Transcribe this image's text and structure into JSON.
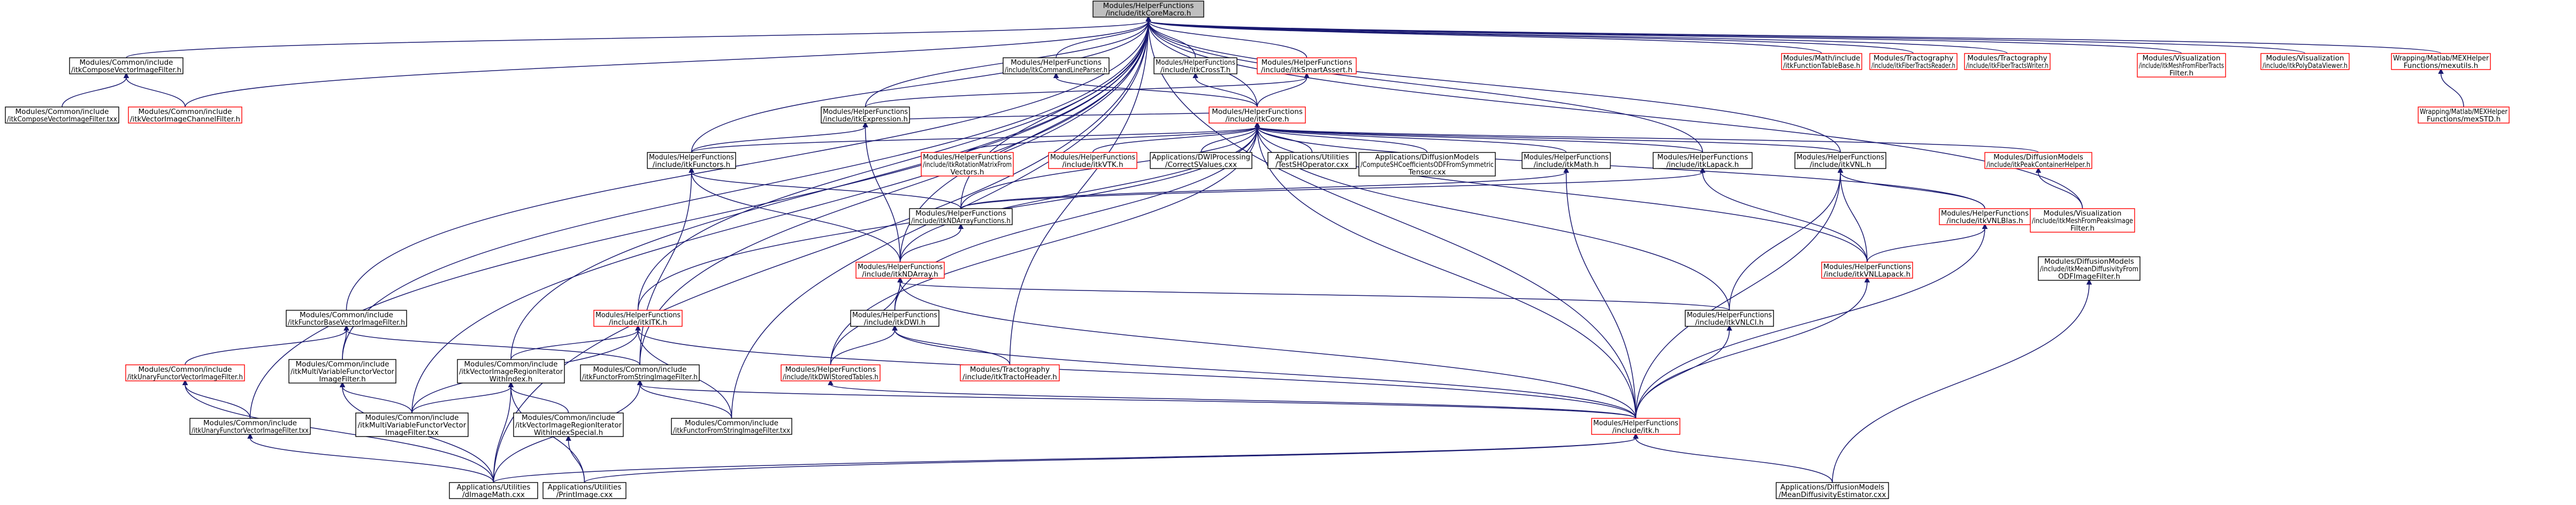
{
  "colors": {
    "node_border_normal": "#000000",
    "node_border_truncated": "#ff0000",
    "node_fill": "#ffffff",
    "node_fill_root": "#bfbfbf",
    "edge": "#191970"
  },
  "nodes": [
    {
      "id": "root",
      "lines": [
        "Modules/HelperFunctions",
        "/include/itkCoreMacro.h"
      ],
      "root": true
    },
    {
      "id": "composeVecH",
      "lines": [
        "Modules/Common/include",
        "/itkComposeVectorImageFilter.h"
      ]
    },
    {
      "id": "composeVecTxx",
      "lines": [
        "Modules/Common/include",
        "/itkComposeVectorImageFilter.txx"
      ]
    },
    {
      "id": "vecChanH",
      "lines": [
        "Modules/Common/include",
        "/itkVectorImageChannelFilter.h"
      ],
      "truncated": true
    },
    {
      "id": "cmdLine",
      "lines": [
        "Modules/HelperFunctions",
        "/include/itkCommandLineParser.h"
      ]
    },
    {
      "id": "crossT",
      "lines": [
        "Modules/HelperFunctions",
        "/include/itkCrossT.h"
      ]
    },
    {
      "id": "smartAssert",
      "lines": [
        "Modules/HelperFunctions",
        "/include/itkSmartAssert.h"
      ],
      "truncated": true
    },
    {
      "id": "mathFuncTable",
      "lines": [
        "Modules/Math/include",
        "/itkFunctionTableBase.h"
      ],
      "truncated": true
    },
    {
      "id": "fiberReader",
      "lines": [
        "Modules/Tractography",
        "/include/itkFiberTractsReader.h"
      ],
      "truncated": true
    },
    {
      "id": "fiberWriter",
      "lines": [
        "Modules/Tractography",
        "/include/itkFiberTractsWriter.h"
      ],
      "truncated": true
    },
    {
      "id": "meshFiber",
      "lines": [
        "Modules/Visualization",
        "/include/itkMeshFromFiberTracts",
        "Filter.h"
      ],
      "truncated": true
    },
    {
      "id": "polyViewer",
      "lines": [
        "Modules/Visualization",
        "/include/itkPolyDataViewer.h"
      ],
      "truncated": true
    },
    {
      "id": "mexutils",
      "lines": [
        "Wrapping/Matlab/MEXHelper",
        "Functions/mexutils.h"
      ],
      "truncated": true
    },
    {
      "id": "mexSTD",
      "lines": [
        "Wrapping/Matlab/MEXHelper",
        "Functions/mexSTD.h"
      ],
      "truncated": true
    },
    {
      "id": "expression",
      "lines": [
        "Modules/HelperFunctions",
        "/include/itkExpression.h"
      ]
    },
    {
      "id": "itkCore",
      "lines": [
        "Modules/HelperFunctions",
        "/include/itkCore.h"
      ],
      "truncated": true
    },
    {
      "id": "functors",
      "lines": [
        "Modules/HelperFunctions",
        "/include/itkFunctors.h"
      ]
    },
    {
      "id": "rotMatrix",
      "lines": [
        "Modules/HelperFunctions",
        "/include/itkRotationMatrixFrom",
        "Vectors.h"
      ],
      "truncated": true
    },
    {
      "id": "itkVTK",
      "lines": [
        "Modules/HelperFunctions",
        "/include/itkVTK.h"
      ],
      "truncated": true
    },
    {
      "id": "correctSV",
      "lines": [
        "Applications/DWIProcessing",
        "/CorrectSValues.cxx"
      ]
    },
    {
      "id": "testSH",
      "lines": [
        "Applications/Utilities",
        "/TestSHOperator.cxx"
      ]
    },
    {
      "id": "computeSH",
      "lines": [
        "Applications/DiffusionModels",
        "/ComputeSHCoefficientsODFFromSymmetric",
        "Tensor.cxx"
      ]
    },
    {
      "id": "itkMath",
      "lines": [
        "Modules/HelperFunctions",
        "/include/itkMath.h"
      ]
    },
    {
      "id": "lapack",
      "lines": [
        "Modules/HelperFunctions",
        "/include/itkLapack.h"
      ]
    },
    {
      "id": "vnl",
      "lines": [
        "Modules/HelperFunctions",
        "/include/itkVNL.h"
      ]
    },
    {
      "id": "peakCont",
      "lines": [
        "Modules/DiffusionModels",
        "/include/itkPeakContainerHelper.h"
      ],
      "truncated": true
    },
    {
      "id": "ndArrayFunc",
      "lines": [
        "Modules/HelperFunctions",
        "/include/itkNDArrayFunctions.h"
      ]
    },
    {
      "id": "vnlBlas",
      "lines": [
        "Modules/HelperFunctions",
        "/include/itkVNLBlas.h"
      ],
      "truncated": true
    },
    {
      "id": "meshPeaks",
      "lines": [
        "Modules/Visualization",
        "/include/itkMeshFromPeaksImage",
        "Filter.h"
      ],
      "truncated": true
    },
    {
      "id": "ndArray",
      "lines": [
        "Modules/HelperFunctions",
        "/include/itkNDArray.h"
      ],
      "truncated": true
    },
    {
      "id": "vnlLapack",
      "lines": [
        "Modules/HelperFunctions",
        "/include/itkVNLLapack.h"
      ],
      "truncated": true
    },
    {
      "id": "odfDiff",
      "lines": [
        "Modules/DiffusionModels",
        "/include/itkMeanDiffusivityFrom",
        "ODFImageFilter.h"
      ]
    },
    {
      "id": "funcBase",
      "lines": [
        "Modules/Common/include",
        "/itkFunctorBaseVectorImageFilter.h"
      ]
    },
    {
      "id": "itkITK",
      "lines": [
        "Modules/HelperFunctions",
        "/include/itkITK.h"
      ],
      "truncated": true
    },
    {
      "id": "dwiI",
      "lines": [
        "Modules/HelperFunctions",
        "/include/itkDWI.h"
      ]
    },
    {
      "id": "vnlCI",
      "lines": [
        "Modules/HelperFunctions",
        "/include/itkVNLCI.h"
      ]
    },
    {
      "id": "unaryVecH",
      "lines": [
        "Modules/Common/include",
        "/itkUnaryFunctorVectorImageFilter.h"
      ],
      "truncated": true
    },
    {
      "id": "multiVarH",
      "lines": [
        "Modules/Common/include",
        "/itkMultiVariableFunctorVector",
        "ImageFilter.h"
      ]
    },
    {
      "id": "vecRegionIter",
      "lines": [
        "Modules/Common/include",
        "/itkVectorImageRegionIterator",
        "WithIndex.h"
      ]
    },
    {
      "id": "funcFromStrH",
      "lines": [
        "Modules/Common/include",
        "/itkFunctorFromStringImageFilter.h"
      ]
    },
    {
      "id": "dwiStored",
      "lines": [
        "Modules/HelperFunctions",
        "/include/itkDWIStoredTables.h"
      ],
      "truncated": true
    },
    {
      "id": "tractoHeader",
      "lines": [
        "Modules/Tractography",
        "/include/itkTractoHeader.h"
      ],
      "truncated": true
    },
    {
      "id": "itkLast",
      "lines": [
        "Modules/HelperFunctions",
        "/include/itk.h"
      ],
      "truncated": true
    },
    {
      "id": "unaryVecTxx",
      "lines": [
        "Modules/Common/include",
        "/itkUnaryFunctorVectorImageFilter.txx"
      ]
    },
    {
      "id": "multiVarTxx",
      "lines": [
        "Modules/Common/include",
        "/itkMultiVariableFunctorVector",
        "ImageFilter.txx"
      ]
    },
    {
      "id": "vecRegionSpecial",
      "lines": [
        "Modules/Common/include",
        "/itkVectorImageRegionIterator",
        "WithIndexSpecial.h"
      ]
    },
    {
      "id": "funcFromStrTxx",
      "lines": [
        "Modules/Common/include",
        "/itkFunctorFromStringImageFilter.txx"
      ]
    },
    {
      "id": "dImageMath",
      "lines": [
        "Applications/Utilities",
        "/dImageMath.cxx"
      ]
    },
    {
      "id": "printImage",
      "lines": [
        "Applications/Utilities",
        "/PrintImage.cxx"
      ]
    },
    {
      "id": "meanDiffEst",
      "lines": [
        "Applications/DiffusionModels",
        "/MeanDiffusivityEstimator.cxx"
      ]
    }
  ],
  "edges": [
    [
      "root",
      "composeVecH"
    ],
    [
      "root",
      "cmdLine"
    ],
    [
      "root",
      "crossT"
    ],
    [
      "root",
      "smartAssert"
    ],
    [
      "root",
      "mathFuncTable"
    ],
    [
      "root",
      "fiberReader"
    ],
    [
      "root",
      "fiberWriter"
    ],
    [
      "root",
      "meshFiber"
    ],
    [
      "root",
      "polyViewer"
    ],
    [
      "root",
      "mexutils"
    ],
    [
      "root",
      "expression"
    ],
    [
      "root",
      "itkCore"
    ],
    [
      "root",
      "functors"
    ],
    [
      "root",
      "ndArrayFunc"
    ],
    [
      "root",
      "ndArray"
    ],
    [
      "root",
      "funcBase"
    ],
    [
      "root",
      "itkITK"
    ],
    [
      "root",
      "vecRegionIter"
    ],
    [
      "root",
      "multiVarH"
    ],
    [
      "root",
      "multiVarTxx"
    ],
    [
      "root",
      "funcFromStrH"
    ],
    [
      "root",
      "itkLast"
    ],
    [
      "root",
      "lapack"
    ],
    [
      "root",
      "vnl"
    ],
    [
      "root",
      "dImageMath"
    ],
    [
      "root",
      "funcFromStrTxx"
    ],
    [
      "root",
      "unaryVecTxx"
    ],
    [
      "root",
      "meshPeaks"
    ],
    [
      "root",
      "tractoHeader"
    ],
    [
      "root",
      "vecChanH"
    ],
    [
      "composeVecH",
      "composeVecTxx"
    ],
    [
      "composeVecH",
      "vecChanH"
    ],
    [
      "mexutils",
      "mexSTD"
    ],
    [
      "smartAssert",
      "itkCore"
    ],
    [
      "cmdLine",
      "itkCore"
    ],
    [
      "crossT",
      "itkCore"
    ],
    [
      "smartAssert",
      "expression"
    ],
    [
      "itkCore",
      "expression"
    ],
    [
      "itkCore",
      "functors"
    ],
    [
      "itkCore",
      "rotMatrix"
    ],
    [
      "itkCore",
      "itkVTK"
    ],
    [
      "itkCore",
      "correctSV"
    ],
    [
      "itkCore",
      "testSH"
    ],
    [
      "itkCore",
      "computeSH"
    ],
    [
      "itkCore",
      "itkMath"
    ],
    [
      "itkCore",
      "lapack"
    ],
    [
      "itkCore",
      "vnl"
    ],
    [
      "itkCore",
      "peakCont"
    ],
    [
      "itkCore",
      "ndArrayFunc"
    ],
    [
      "itkCore",
      "ndArray"
    ],
    [
      "itkCore",
      "itkITK"
    ],
    [
      "itkCore",
      "dwiI"
    ],
    [
      "itkCore",
      "vnlCI"
    ],
    [
      "itkCore",
      "itkLast"
    ],
    [
      "itkCore",
      "vnlBlas"
    ],
    [
      "itkCore",
      "vnlLapack"
    ],
    [
      "itkCore",
      "dwiStored"
    ],
    [
      "expression",
      "functors"
    ],
    [
      "expression",
      "ndArray"
    ],
    [
      "functors",
      "ndArray"
    ],
    [
      "functors",
      "funcFromStrH"
    ],
    [
      "functors",
      "ndArrayFunc"
    ],
    [
      "itkMath",
      "ndArrayFunc"
    ],
    [
      "itkMath",
      "itkLast"
    ],
    [
      "lapack",
      "ndArrayFunc"
    ],
    [
      "lapack",
      "vnlLapack"
    ],
    [
      "vnl",
      "vnlBlas"
    ],
    [
      "vnl",
      "vnlLapack"
    ],
    [
      "vnl",
      "vnlCI"
    ],
    [
      "vnl",
      "itkLast"
    ],
    [
      "peakCont",
      "meshPeaks"
    ],
    [
      "ndArrayFunc",
      "ndArray"
    ],
    [
      "vnlBlas",
      "vnlLapack"
    ],
    [
      "vnlBlas",
      "itkLast"
    ],
    [
      "ndArray",
      "dwiI"
    ],
    [
      "ndArray",
      "dwiStored"
    ],
    [
      "ndArray",
      "vnlCI"
    ],
    [
      "ndArray",
      "itkLast"
    ],
    [
      "vnlLapack",
      "itkLast"
    ],
    [
      "odfDiff",
      "meanDiffEst"
    ],
    [
      "vnlCI",
      "itkLast"
    ],
    [
      "funcBase",
      "unaryVecH"
    ],
    [
      "funcBase",
      "multiVarH"
    ],
    [
      "funcBase",
      "funcFromStrH"
    ],
    [
      "itkITK",
      "vecRegionIter"
    ],
    [
      "itkITK",
      "funcFromStrTxx"
    ],
    [
      "itkITK",
      "itkLast"
    ],
    [
      "itkITK",
      "multiVarTxx"
    ],
    [
      "dwiI",
      "dwiStored"
    ],
    [
      "dwiI",
      "tractoHeader"
    ],
    [
      "dwiI",
      "itkLast"
    ],
    [
      "unaryVecH",
      "unaryVecTxx"
    ],
    [
      "unaryVecH",
      "dImageMath"
    ],
    [
      "multiVarH",
      "multiVarTxx"
    ],
    [
      "multiVarH",
      "dImageMath"
    ],
    [
      "vecRegionIter",
      "vecRegionSpecial"
    ],
    [
      "vecRegionIter",
      "multiVarTxx"
    ],
    [
      "vecRegionIter",
      "dImageMath"
    ],
    [
      "vecRegionIter",
      "printImage"
    ],
    [
      "funcFromStrH",
      "funcFromStrTxx"
    ],
    [
      "funcFromStrH",
      "dImageMath"
    ],
    [
      "funcFromStrH",
      "itkLast"
    ],
    [
      "dwiStored",
      "itkLast"
    ],
    [
      "itkLast",
      "dImageMath"
    ],
    [
      "itkLast",
      "printImage"
    ],
    [
      "itkLast",
      "meanDiffEst"
    ],
    [
      "vecRegionSpecial",
      "printImage"
    ],
    [
      "unaryVecTxx",
      "dImageMath"
    ]
  ]
}
